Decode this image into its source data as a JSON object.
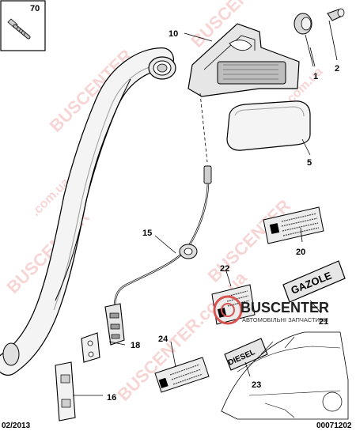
{
  "diagram": {
    "reference_code": "00071202",
    "date_code": "02/2013",
    "inset_part_number": "70",
    "callouts": [
      {
        "id": "part-1",
        "label": "1"
      },
      {
        "id": "part-2",
        "label": "2"
      },
      {
        "id": "part-5",
        "label": "5"
      },
      {
        "id": "part-10",
        "label": "10"
      },
      {
        "id": "part-15",
        "label": "15"
      },
      {
        "id": "part-16",
        "label": "16"
      },
      {
        "id": "part-18",
        "label": "18"
      },
      {
        "id": "part-20",
        "label": "20"
      },
      {
        "id": "part-21",
        "label": "21"
      },
      {
        "id": "part-22",
        "label": "22"
      },
      {
        "id": "part-23",
        "label": "23"
      },
      {
        "id": "part-24",
        "label": "24"
      }
    ],
    "label_texts": {
      "gazole": "GAZOLE",
      "diesel": "DIESEL"
    }
  },
  "watermark": {
    "brand": "BUSCENTER",
    "domain": "BUSCENTER.com.ua",
    "domain_short": ".com.ua",
    "logo_title": "BUSCENTER",
    "logo_subtitle": "АВТОМОБІЛЬНІ ЗАПЧАСТИНИ",
    "color": "#d9534f"
  }
}
